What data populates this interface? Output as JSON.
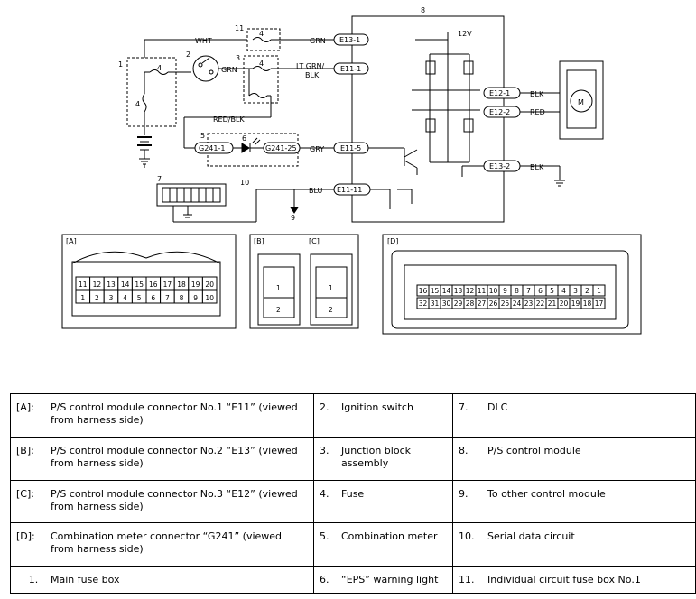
{
  "diagram": {
    "callouts": [
      "1",
      "2",
      "3",
      "4",
      "4",
      "4",
      "5",
      "6",
      "7",
      "8",
      "9",
      "10",
      "11",
      "4"
    ],
    "wire_labels": {
      "wht": "WHT",
      "grn_top": "GRN",
      "grn_mid": "GRN",
      "lt_grn_blk_1": "LT GRN/",
      "lt_grn_blk_2": "BLK",
      "red_blk": "RED/BLK",
      "gry": "GRY",
      "blu": "BLU",
      "blk_1": "BLK",
      "red": "RED",
      "blk_2": "BLK",
      "v12": "12V"
    },
    "connectors": {
      "e13_1": "E13-1",
      "e11_1": "E11-1",
      "e12_1": "E12-1",
      "e12_2": "E12-2",
      "e11_5": "E11-5",
      "e13_2": "E13-2",
      "e11_11": "E11-11",
      "g241_1": "G241-1",
      "g241_25": "G241-25"
    },
    "motor_label": "M",
    "panels": {
      "a_tag": "[A]",
      "b_tag": "[B]",
      "c_tag": "[C]",
      "d_tag": "[D]",
      "a_row_top": [
        "11",
        "12",
        "13",
        "14",
        "15",
        "16",
        "17",
        "18",
        "19",
        "20"
      ],
      "a_row_bottom": [
        "1",
        "2",
        "3",
        "4",
        "5",
        "6",
        "7",
        "8",
        "9",
        "10"
      ],
      "b_pins": [
        "1",
        "2"
      ],
      "c_pins": [
        "1",
        "2"
      ],
      "d_row_top": [
        "16",
        "15",
        "14",
        "13",
        "12",
        "11",
        "10",
        "9",
        "8",
        "7",
        "6",
        "5",
        "4",
        "3",
        "2",
        "1"
      ],
      "d_row_bottom": [
        "32",
        "31",
        "30",
        "29",
        "28",
        "27",
        "26",
        "25",
        "24",
        "23",
        "22",
        "21",
        "20",
        "19",
        "18",
        "17"
      ]
    }
  },
  "legend": {
    "rows": [
      [
        {
          "key": "[A]:",
          "text": "P/S control module connector No.1 “E11” (viewed from harness side)"
        },
        {
          "key": "2.",
          "text": "Ignition switch"
        },
        {
          "key": "7.",
          "text": "DLC"
        }
      ],
      [
        {
          "key": "[B]:",
          "text": "P/S control module connector No.2 “E13” (viewed from harness side)"
        },
        {
          "key": "3.",
          "text": "Junction block assembly"
        },
        {
          "key": "8.",
          "text": "P/S control module"
        }
      ],
      [
        {
          "key": "[C]:",
          "text": "P/S control module connector No.3 “E12” (viewed from harness side)"
        },
        {
          "key": "4.",
          "text": "Fuse"
        },
        {
          "key": "9.",
          "text": "To other control module"
        }
      ],
      [
        {
          "key": "[D]:",
          "text": "Combination meter connector “G241” (viewed from harness side)"
        },
        {
          "key": "5.",
          "text": "Combination meter"
        },
        {
          "key": "10.",
          "text": "Serial data circuit"
        }
      ],
      [
        {
          "key": "1.",
          "text": "Main fuse box"
        },
        {
          "key": "6.",
          "text": "“EPS” warning light"
        },
        {
          "key": "11.",
          "text": "Individual circuit fuse box No.1"
        }
      ]
    ]
  }
}
